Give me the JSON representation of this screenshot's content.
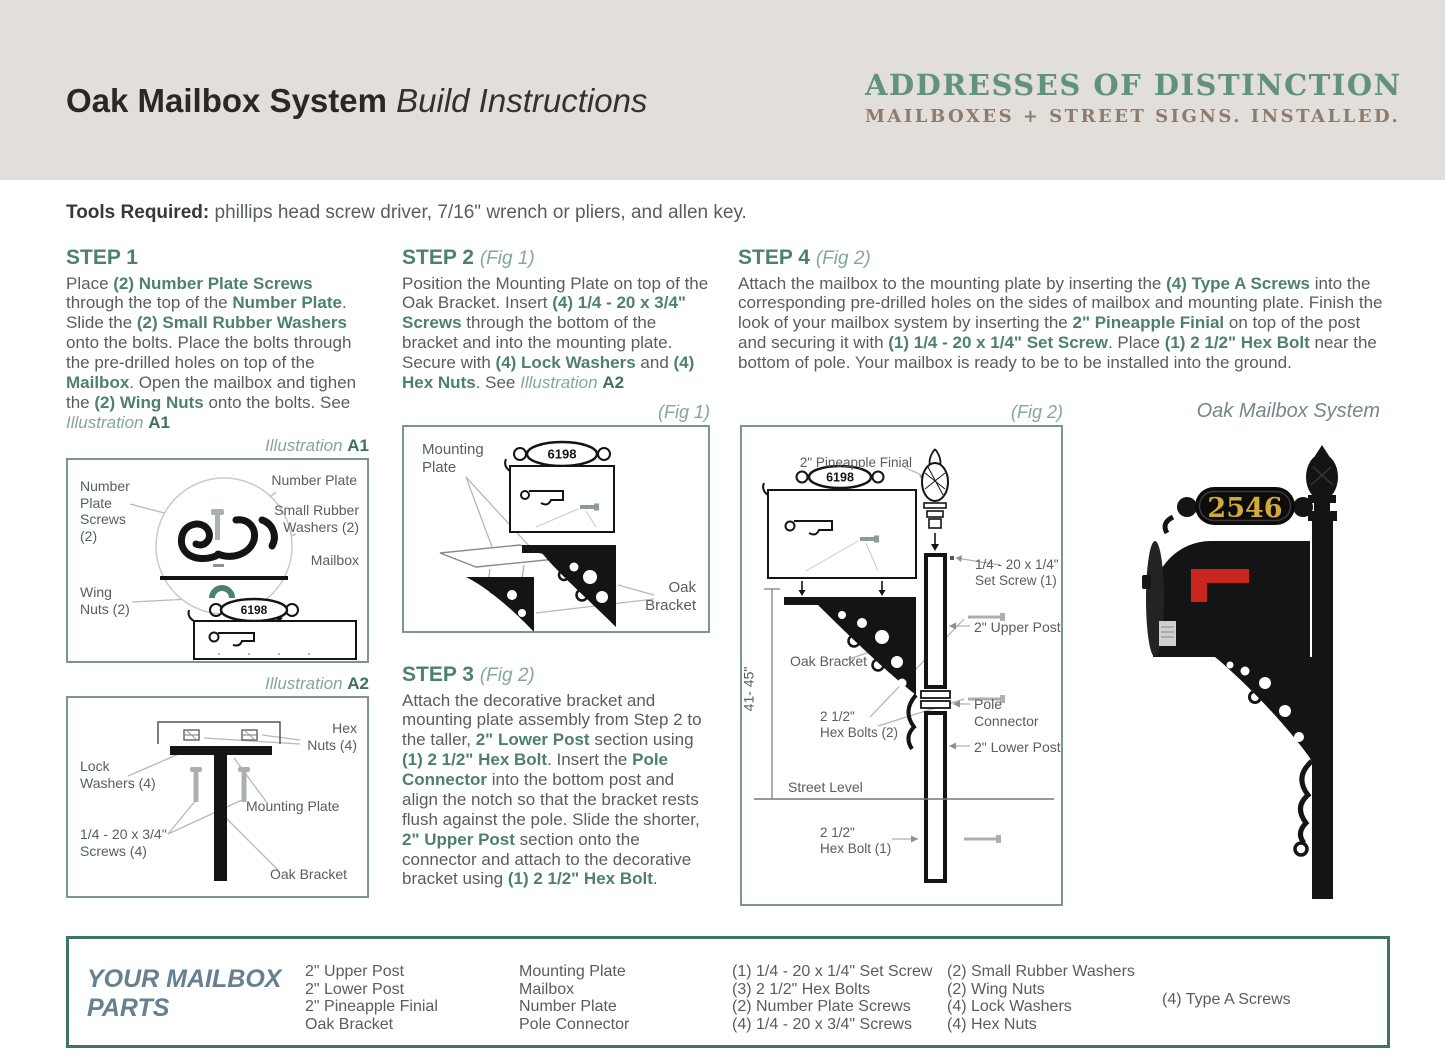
{
  "colors": {
    "header_band": "#e2ded9",
    "brand_green": "#61917f",
    "brand_brown": "#8d7c6d",
    "accent_green": "#4e8070",
    "light_green": "#86a69a",
    "dark_green": "#3f6f63",
    "body_text": "#585e5a",
    "title_text": "#2b2824",
    "slate": "#66808f",
    "box_border": "#7c968c",
    "parts_border": "#3e7468",
    "gold": "#d4a93c",
    "red": "#c8251f"
  },
  "header": {
    "title_bold": "Oak Mailbox System",
    "title_italic": " Build Instructions",
    "brand_name": "ADDRESSES OF DISTINCTION",
    "brand_tagline": "MAILBOXES + STREET SIGNS. INSTALLED."
  },
  "tools": {
    "label": "Tools Required:",
    "text": " phillips head screw driver, 7/16\" wrench or pliers, and allen key."
  },
  "steps": [
    {
      "heading": "STEP 1",
      "fig_ref": "",
      "body": [
        {
          "t": "Place "
        },
        {
          "t": "(2) Number Plate Screws",
          "s": "g"
        },
        {
          "t": " through the top of the "
        },
        {
          "t": "Number Plate",
          "s": "g"
        },
        {
          "t": ". Slide the "
        },
        {
          "t": "(2) Small Rubber Washers",
          "s": "g"
        },
        {
          "t": " onto the bolts. Place the bolts through the pre-drilled holes on top of the "
        },
        {
          "t": "Mailbox",
          "s": "g"
        },
        {
          "t": ". Open the mailbox and tighen the "
        },
        {
          "t": "(2) Wing Nuts",
          "s": "g"
        },
        {
          "t": " onto the bolts. See "
        },
        {
          "t": "Illustration",
          "s": "i"
        },
        {
          "t": " "
        },
        {
          "t": "A1",
          "s": "d"
        }
      ]
    },
    {
      "heading": "STEP 2",
      "fig_ref": "(Fig 1)",
      "body": [
        {
          "t": "Position the Mounting Plate on top of the Oak Bracket. Insert "
        },
        {
          "t": "(4) 1/4 - 20 x 3/4\" Screws",
          "s": "g"
        },
        {
          "t": " through the bottom of the bracket and into the mounting plate. Secure with "
        },
        {
          "t": "(4) Lock Washers",
          "s": "g"
        },
        {
          "t": " and "
        },
        {
          "t": "(4) Hex Nuts",
          "s": "g"
        },
        {
          "t": ". See "
        },
        {
          "t": "Illustration",
          "s": "i"
        },
        {
          "t": " "
        },
        {
          "t": "A2",
          "s": "d"
        }
      ]
    },
    {
      "heading": "STEP 3",
      "fig_ref": "(Fig 2)",
      "body": [
        {
          "t": "Attach the decorative bracket and mounting plate assembly from Step 2 to the taller, "
        },
        {
          "t": "2\" Lower Post",
          "s": "g"
        },
        {
          "t": " section using "
        },
        {
          "t": "(1) 2 1/2\" Hex Bolt",
          "s": "g"
        },
        {
          "t": ". Insert the "
        },
        {
          "t": "Pole Connector",
          "s": "g"
        },
        {
          "t": " into the bottom post and align the notch so that the bracket rests flush against the pole. Slide the shorter, "
        },
        {
          "t": "2\" Upper Post",
          "s": "g"
        },
        {
          "t": " section onto the connector and attach to the decorative bracket using "
        },
        {
          "t": "(1) 2 1/2\" Hex Bolt",
          "s": "g"
        },
        {
          "t": "."
        }
      ]
    },
    {
      "heading": "STEP 4",
      "fig_ref": "(Fig 2)",
      "body": [
        {
          "t": "Attach the mailbox to the mounting plate by inserting the "
        },
        {
          "t": "(4) Type A Screws",
          "s": "g"
        },
        {
          "t": " into the corresponding pre-drilled holes on the sides of mailbox and mounting plate.  Finish the look of your mailbox system by inserting the "
        },
        {
          "t": "2\" Pineapple Finial",
          "s": "g"
        },
        {
          "t": " on top of the post and securing it with "
        },
        {
          "t": "(1) 1/4 - 20 x 1/4\" Set Screw",
          "s": "g"
        },
        {
          "t": ". Place "
        },
        {
          "t": "(1) 2 1/2\" Hex Bolt",
          "s": "g"
        },
        {
          "t": " near the bottom of pole. Your mailbox is ready to be to be installed into the ground."
        }
      ]
    }
  ],
  "figures": {
    "a1": {
      "title_italic": "Illustration",
      "title_bold": "A1",
      "plate_number": "6198",
      "labels": {
        "number_plate_screws": "Number\nPlate\nScrews\n(2)",
        "number_plate": "Number Plate",
        "small_rubber_washers": "Small Rubber\nWashers (2)",
        "mailbox": "Mailbox",
        "wing_nuts": "Wing\nNuts (2)"
      }
    },
    "a2": {
      "title_italic": "Illustration",
      "title_bold": "A2",
      "labels": {
        "hex_nuts": "Hex\nNuts (4)",
        "lock_washers": "Lock\nWashers (4)",
        "mounting_plate": "Mounting Plate",
        "screws": "1/4 - 20 x 3/4\"\nScrews (4)",
        "oak_bracket": "Oak Bracket"
      }
    },
    "fig1": {
      "tag": "(Fig 1)",
      "plate_number": "6198",
      "labels": {
        "mounting_plate": "Mounting\nPlate",
        "oak_bracket": "Oak\nBracket"
      }
    },
    "fig2": {
      "tag": "(Fig 2)",
      "plate_number": "6198",
      "labels": {
        "finial": "2\" Pineapple Finial",
        "set_screw": "1/4 - 20 x 1/4\"\nSet Screw (1)",
        "upper_post": "2\" Upper Post",
        "pole_connector": "Pole Connector",
        "oak_bracket": "Oak Bracket",
        "hex_bolts": "2 1/2\"\nHex Bolts (2)",
        "lower_post": "2\" Lower Post",
        "street_level": "Street Level",
        "hex_bolt": "2 1/2\"\nHex Bolt (1)",
        "height_range": "41- 45\""
      }
    },
    "photo": {
      "caption": "Oak Mailbox System",
      "plate_number": "2546"
    }
  },
  "parts": {
    "label": "YOUR MAILBOX PARTS",
    "columns": [
      [
        "2\" Upper Post",
        "2\" Lower Post",
        "2\" Pineapple Finial",
        "Oak Bracket"
      ],
      [
        "Mounting Plate",
        "Mailbox",
        "Number Plate",
        "Pole Connector"
      ],
      [
        "(1) 1/4 - 20 x 1/4\" Set Screw",
        "(3) 2 1/2\" Hex Bolts",
        "(2) Number Plate Screws",
        "(4) 1/4 - 20 x 3/4\" Screws"
      ],
      [
        "(2) Small Rubber Washers",
        "(2) Wing Nuts",
        "(4) Lock Washers",
        "(4) Hex Nuts"
      ],
      [
        "(4) Type A Screws"
      ]
    ]
  }
}
